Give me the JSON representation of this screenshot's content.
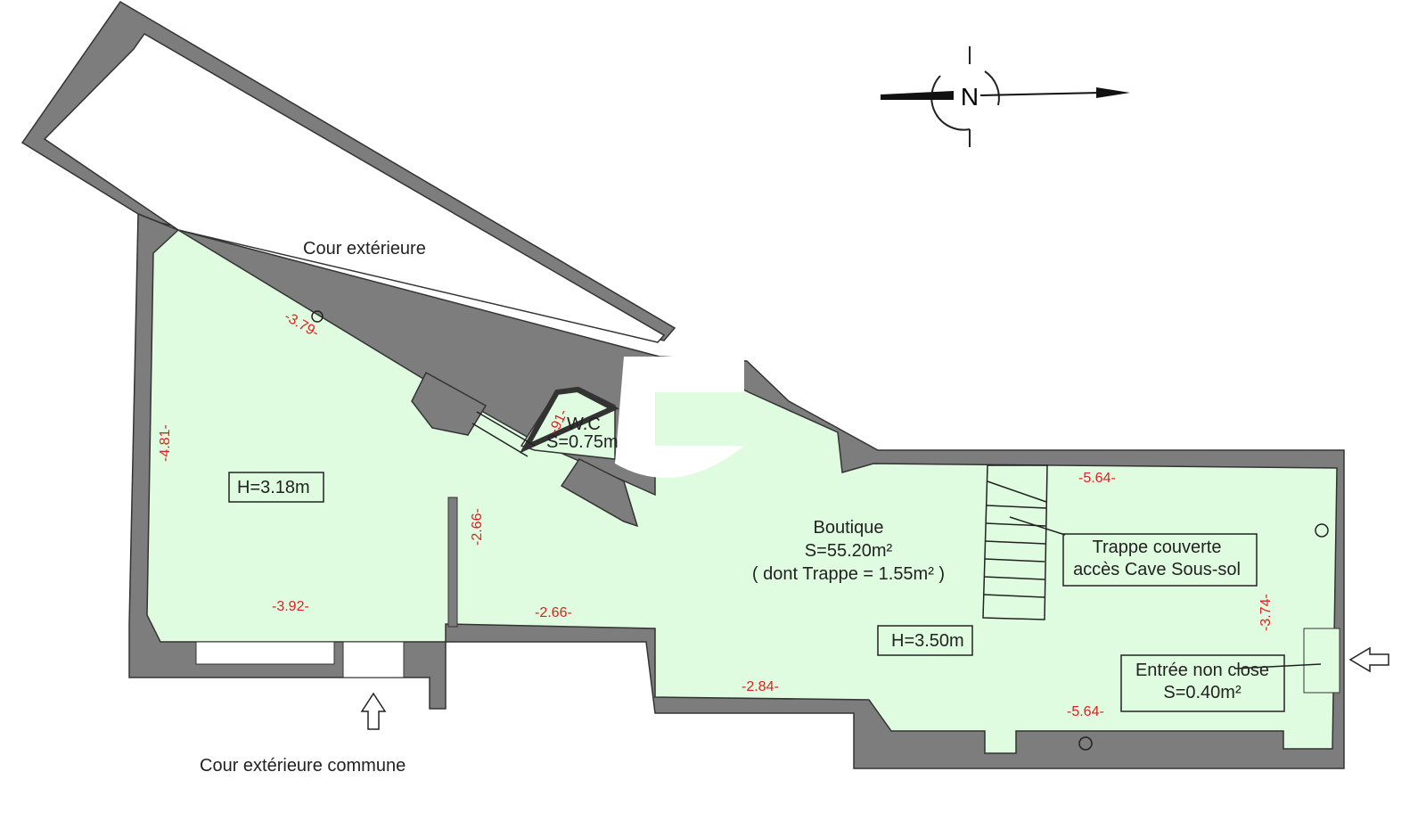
{
  "plan": {
    "courtyard_label": "Cour  extérieure",
    "common_courtyard_label": "Cour  extérieure  commune",
    "north_label": "N",
    "left_room_height": "H=3.18m",
    "wc": {
      "name": "W.C",
      "area": "S=0.75m"
    },
    "boutique": {
      "name": "Boutique",
      "area": "S=55.20m²",
      "note": "(  dont Trappe = 1.55m² )",
      "height": "H=3.50m"
    },
    "trap_label": {
      "line1": "Trappe couverte",
      "line2": "accès Cave Sous-sol"
    },
    "entrance_label": {
      "line1": "Entrée non close",
      "line2": "S=0.40m²"
    },
    "dimensions": {
      "d379": "-3.79-",
      "d481": "-4.81-",
      "d392": "-3.92-",
      "d266v": "-2.66-",
      "d266h": "-2.66-",
      "d91": "-91-",
      "d284": "-2.84-",
      "d564top": "-5.64-",
      "d564bot": "-5.64-",
      "d374": "-3.74-"
    }
  },
  "colors": {
    "room": "#e0fce0",
    "wall": "#7d7d7d",
    "dimension": "#e02020"
  }
}
